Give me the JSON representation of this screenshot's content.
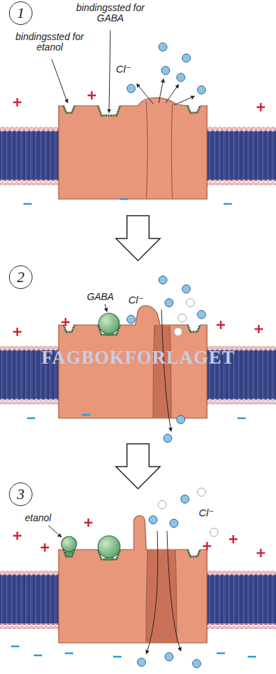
{
  "diagram": {
    "nodes": [
      {
        "text": [
          "1"
        ]
      },
      {
        "text": [
          "2"
        ]
      },
      {
        "text": [
          "3"
        ]
      }
    ],
    "labels": [
      "bindingssted for etanol",
      "bindingssted for GABA",
      "Cl⁻",
      "GABA",
      "Cl⁻",
      "FAGBOKFORLAGET",
      "etanol",
      "Cl⁻"
    ]
  }
}
